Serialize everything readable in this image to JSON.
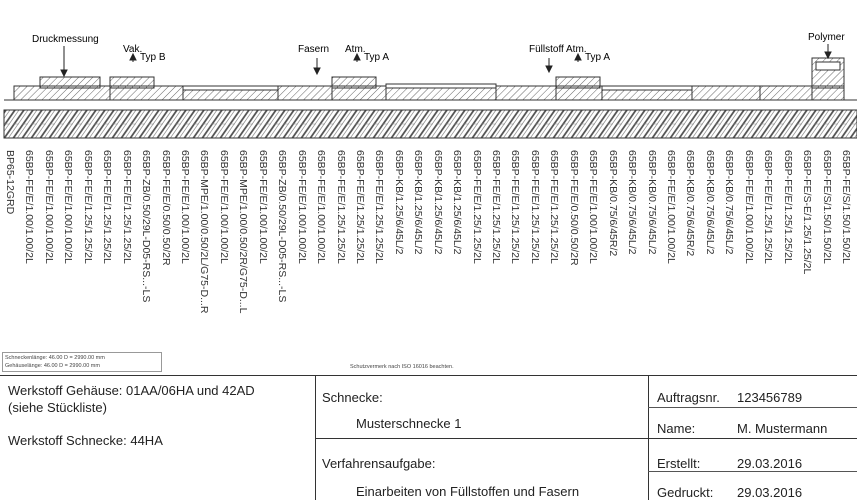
{
  "process_labels": {
    "druckmessung": "Druckmessung",
    "vak": "Vak.",
    "typ_b": "Typ B",
    "fasern": "Fasern",
    "atm_1": "Atm.",
    "typ_a_1": "Typ A",
    "fuellstoff": "Füllstoff",
    "atm_2": "Atm.",
    "typ_a_2": "Typ A",
    "polymer": "Polymer"
  },
  "segments": [
    "BP65-12GRD",
    "65BP-FE/E/1.00/1.00/2L",
    "65BP-FE/E/1.00/1.00/2L",
    "65BP-FE/E/1.00/1.00/2L",
    "65BP-FE/E/1.25/1.25/2L",
    "65BP-FE/E/1.25/1.25/2L",
    "65BP-FE/E/1.25/1.25/2L",
    "65BP-ZB/0.50/29L-D05-RS...-LS",
    "65BP-FE/E/0.50/0.50/2R",
    "65BP-FE/E/1.00/1.00/2L",
    "65BP-MPE/1.00/0.50/2L/G75-D...R",
    "65BP-FE/E/1.00/1.00/2L",
    "65BP-MPE/1.00/0.50/2R/G75-D...L",
    "65BP-FE/E/1.00/1.00/2L",
    "65BP-ZB/0.50/29L-D05-RS...-LS",
    "65BP-FE/E/1.00/1.00/2L",
    "65BP-FE/E/1.00/1.00/2L",
    "65BP-FE/E/1.25/1.25/2L",
    "65BP-FE/E/1.25/1.25/2L",
    "65BP-FE/E/1.25/1.25/2L",
    "65BP-KB/1.25/6/45L/2",
    "65BP-KB/1.25/6/45L/2",
    "65BP-KB/1.25/6/45L/2",
    "65BP-KB/1.25/6/45L/2",
    "65BP-FE/E/1.25/1.25/2L",
    "65BP-FE/E/1.25/1.25/2L",
    "65BP-FE/E/1.25/1.25/2L",
    "65BP-FE/E/1.25/1.25/2L",
    "65BP-FE/E/1.25/1.25/2L",
    "65BP-FE/E/0.50/0.50/2R",
    "65BP-FE/E/1.00/1.00/2L",
    "65BP-KB/0.75/6/45R/2",
    "65BP-KB/0.75/6/45L/2",
    "65BP-KB/0.75/6/45L/2",
    "65BP-FE/E/1.00/1.00/2L",
    "65BP-KB/0.75/6/45R/2",
    "65BP-KB/0.75/6/45L/2",
    "65BP-KB/0.75/6/45L/2",
    "65BP-FE/E/1.00/1.00/2L",
    "65BP-FE/E/1.25/1.25/2L",
    "65BP-FE/E/1.25/1.25/2L",
    "65BP-FE/S-E/1.25/1.25/2L",
    "65BP-FE/S/1.50/1.50/2L",
    "65BP-FE/S/1.50/1.50/2L"
  ],
  "small_notes": {
    "schneckenlaenge": "Schneckenlänge:   46.00 D = 2990.00 mm",
    "gehaeuselaenge": "Gehäuselänge:     46.00 D = 2990.00 mm",
    "schutzvermerk": "Schutzvermerk nach ISO 16016 beachten."
  },
  "title_block": {
    "werkstoff_gehaeuse": "Werkstoff Gehäuse: 01AA/06HA und 42AD",
    "siehe_stueckliste": "(siehe Stückliste)",
    "werkstoff_schnecke": "Werkstoff Schnecke: 44HA",
    "schnecke_label": "Schnecke:",
    "schnecke_value": "Musterschnecke 1",
    "verfahren_label": "Verfahrensaufgabe:",
    "verfahren_value": "Einarbeiten von Füllstoffen und Fasern",
    "auftragsnr_label": "Auftragsnr.",
    "auftragsnr_value": "123456789",
    "name_label": "Name:",
    "name_value": "M. Mustermann",
    "erstellt_label": "Erstellt:",
    "erstellt_value": "29.03.2016",
    "gedruckt_label": "Gedruckt:",
    "gedruckt_value": "29.03.2016"
  }
}
